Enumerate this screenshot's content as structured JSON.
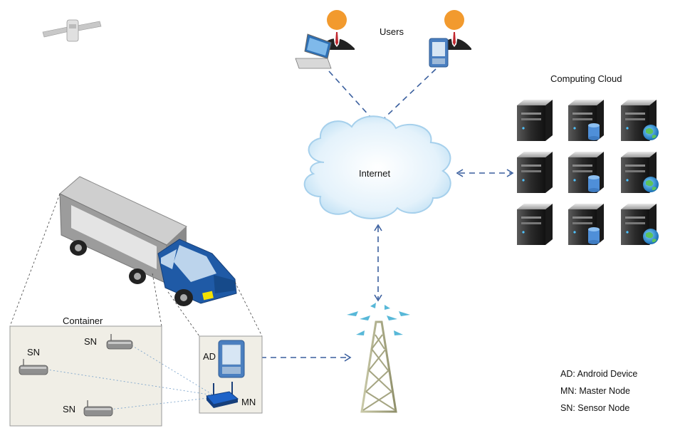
{
  "labels": {
    "users": "Users",
    "computing_cloud": "Computing Cloud",
    "internet": "Internet",
    "container": "Container",
    "sn_top": "SN",
    "sn_left": "SN",
    "sn_bottom": "SN",
    "ad": "AD",
    "mn": "MN"
  },
  "legend": [
    "AD: Android Device",
    "MN: Master Node",
    "SN: Sensor Node"
  ],
  "icons": {
    "satellite": "satellite-icon",
    "laptop_user": "laptop-user-icon",
    "mobile_user": "mobile-user-icon",
    "cloud": "internet-cloud-icon",
    "server": "server-icon",
    "truck": "truck-icon",
    "tower": "cell-tower-icon",
    "router": "router-icon",
    "pda": "android-device-icon",
    "sensor": "sensor-node-icon"
  },
  "colors": {
    "link": "#3a5f9e",
    "container_fill": "#f0eee6",
    "truck_cab": "#1f5aa6",
    "cloud": "#dff0fb"
  }
}
